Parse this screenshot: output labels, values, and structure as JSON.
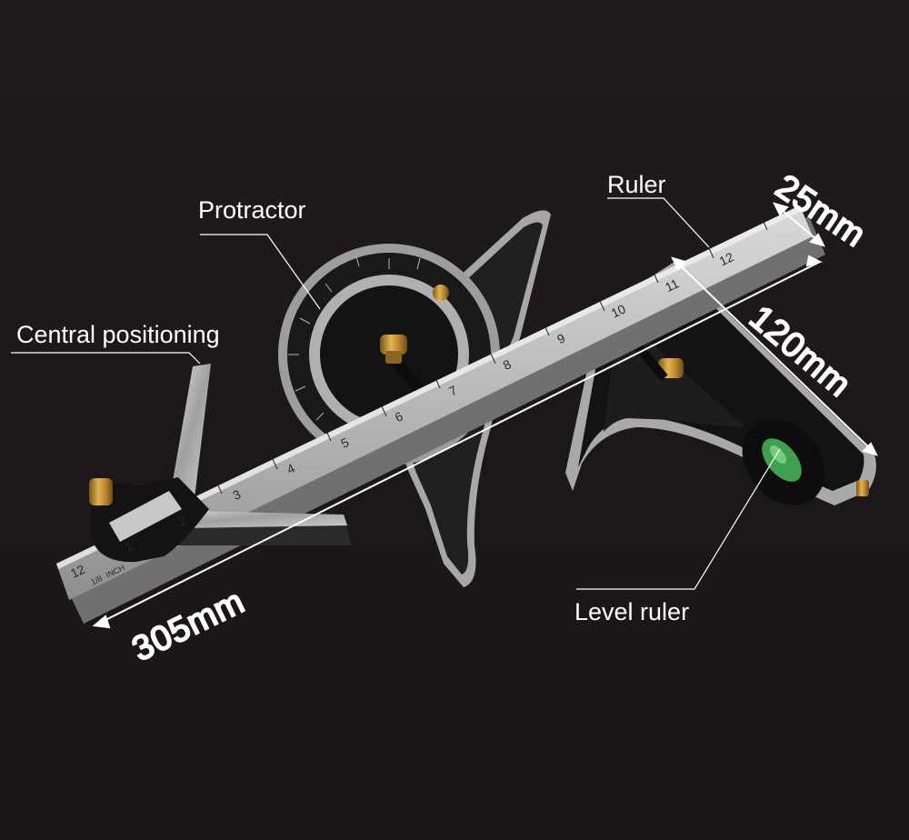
{
  "labels": {
    "protractor": "Protractor",
    "ruler": "Ruler",
    "central_positioning": "Central positioning",
    "level_ruler": "Level ruler"
  },
  "dimensions": {
    "width": "25mm",
    "height": "120mm",
    "length": "305mm"
  },
  "ruler_marks": {
    "unit": "INCH",
    "fraction": "1/8",
    "numbers": [
      "12",
      "1",
      "2",
      "3",
      "4",
      "5",
      "6",
      "7",
      "8",
      "9",
      "10",
      "11",
      "12"
    ]
  },
  "colors": {
    "background": "#1e1819",
    "steel": "#b9b9b9",
    "head_black": "#161414",
    "brass": "#c79a3a",
    "level_vial": "#3fa052",
    "text": "#ffffff"
  }
}
